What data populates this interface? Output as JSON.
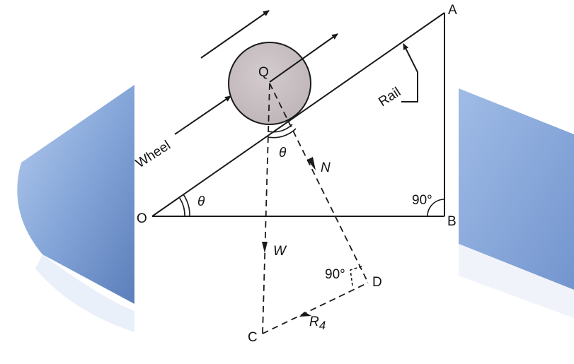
{
  "diagram": {
    "points": {
      "O": "O",
      "A": "A",
      "B": "B",
      "C": "C",
      "D": "D",
      "Q": "Q"
    },
    "labels": {
      "wheel": "Wheel",
      "rail": "Rail",
      "theta": "θ",
      "right_angle": "90°",
      "N": "N",
      "W": "W",
      "R": "R",
      "R_sub": "4"
    },
    "colors": {
      "line": "#1a1a1a",
      "wheel_fill": "#c9c0c3",
      "book_blue": "#7fa3d6",
      "book_dark": "#4d79c0",
      "background": "#ffffff"
    }
  }
}
